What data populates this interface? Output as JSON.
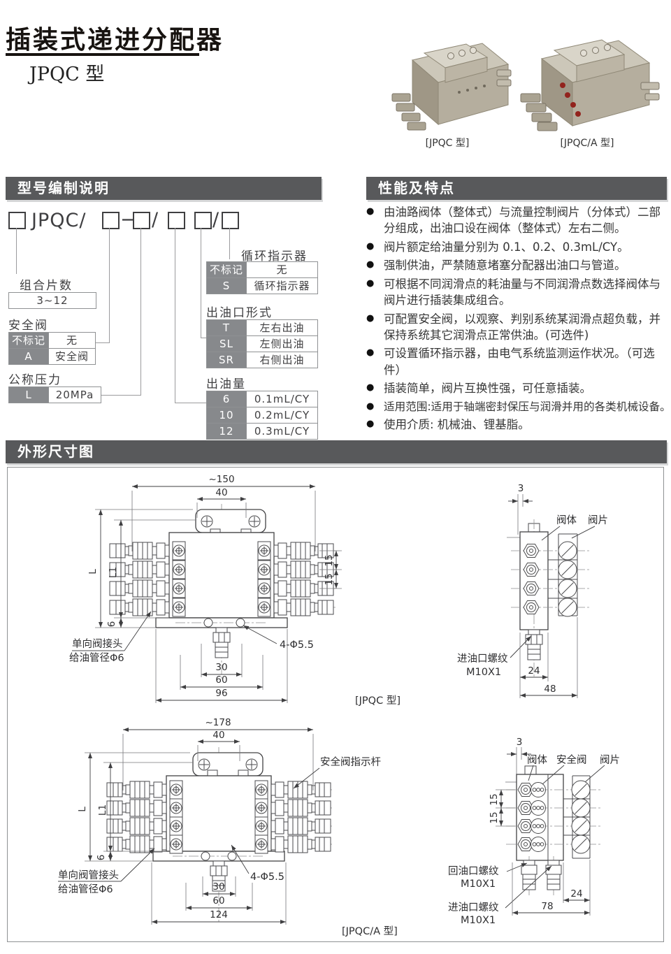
{
  "page": {
    "title": "插装式递进分配器",
    "subtitle": "JPQC 型"
  },
  "photos": {
    "caption1": "[JPQC 型]",
    "caption2": "[JPQC/A 型]"
  },
  "sections": {
    "model": "型号编制说明",
    "features": "性能及特点",
    "dimensions": "外形尺寸图"
  },
  "model_code": {
    "text_jpqc": "JPQC/",
    "dash": "−",
    "slash1": "/",
    "slash2": "/"
  },
  "model_tables": {
    "pieces": {
      "label": "组合片数",
      "rows": [
        {
          "value": "3~12"
        }
      ]
    },
    "safety": {
      "label": "安全阀",
      "rows": [
        {
          "code": "不标记",
          "desc": "无"
        },
        {
          "code": "A",
          "desc": "安全阀"
        }
      ]
    },
    "pressure": {
      "label": "公称压力",
      "rows": [
        {
          "code": "L",
          "desc": "20MPa"
        }
      ]
    },
    "indicator": {
      "label": "循环指示器",
      "rows": [
        {
          "code": "不标记",
          "desc": "无"
        },
        {
          "code": "S",
          "desc": "循环指示器"
        }
      ]
    },
    "outlet": {
      "label": "出油口形式",
      "rows": [
        {
          "code": "T",
          "desc": "左右出油"
        },
        {
          "code": "SL",
          "desc": "左侧出油"
        },
        {
          "code": "SR",
          "desc": "右侧出油"
        }
      ]
    },
    "output": {
      "label": "出油量",
      "rows": [
        {
          "code": "6",
          "desc": "0.1mL/CY"
        },
        {
          "code": "10",
          "desc": "0.2mL/CY"
        },
        {
          "code": "12",
          "desc": "0.3mL/CY"
        }
      ]
    }
  },
  "features": {
    "bullet": "●",
    "items": [
      "由油路阀体（整体式）与流量控制阀片（分体式）二部分组成，出油口设在阀体（整体式）左右二侧。",
      "阀片额定给油量分别为 0.1、0.2、0.3mL/CY。",
      "强制供油，严禁随意堵塞分配器出油口与管道。",
      "可根据不同润滑点的耗油量与不同润滑点数选择阀体与阀片进行插装集成组合。",
      "可配置安全阀，以观察、判别系统某润滑点超负载，并保持系统其它润滑点正常供油。(可选件)",
      "可设置循环指示器，由电气系统监测运作状况。（可选件）",
      "插装简单，阀片互换性强，可任意插装。",
      "适用范围:适用于轴端密封保压与润滑并用的各类机械设备。",
      "使用介质: 机械油、锂基脂。"
    ]
  },
  "drawing": {
    "jpqc": {
      "caption": "[JPQC 型]",
      "dim_width": "~150",
      "dim_40": "40",
      "dim_L": "L",
      "dim_L1": "L1",
      "dim_6": "6",
      "dim_15a": "15",
      "dim_15b": "15",
      "dim_30": "30",
      "dim_60": "60",
      "dim_96": "96",
      "dim_3": "3",
      "dim_24": "24",
      "dim_48": "48",
      "label_holes": "4-Φ5.5",
      "label_cv1": "单向阀接头",
      "label_cv2": "给油管径Φ6",
      "label_body": "阀体",
      "label_plate": "阀片",
      "label_inlet1": "进油口螺纹",
      "label_inlet2": "M10X1"
    },
    "jpqca": {
      "caption": "[JPQC/A 型]",
      "dim_width": "~178",
      "dim_40": "40",
      "dim_L": "L",
      "dim_L1": "L1",
      "dim_6": "6",
      "dim_15a": "15",
      "dim_15b": "15",
      "dim_30": "30",
      "dim_60": "60",
      "dim_124": "124",
      "dim_3": "3",
      "dim_24": "24",
      "dim_78": "78",
      "label_holes": "4-Φ5.5",
      "label_indicator": "安全阀指示杆",
      "label_cv1": "单向阀管接头",
      "label_cv2": "给油管径Φ6",
      "label_body": "阀体",
      "label_safety": "安全阀",
      "label_plate": "阀片",
      "label_return1": "回油口螺纹",
      "label_return2": "M10X1",
      "label_inlet1": "进油口螺纹",
      "label_inlet2": "M10X1"
    },
    "colors": {
      "bar": "#58595b",
      "cell": "#87898c",
      "line": "#4a4a4c"
    }
  }
}
